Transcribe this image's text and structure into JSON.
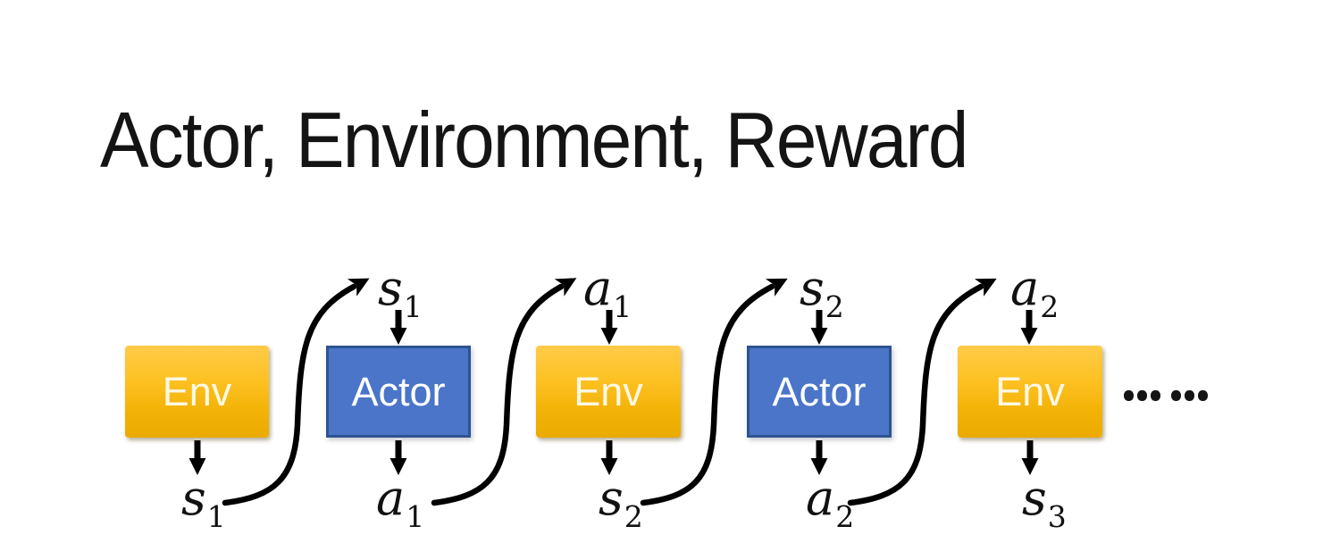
{
  "title": "Actor, Environment, Reward",
  "diagram": {
    "boxes": [
      {
        "label": "Env",
        "type": "env"
      },
      {
        "label": "Actor",
        "type": "actor"
      },
      {
        "label": "Env",
        "type": "env"
      },
      {
        "label": "Actor",
        "type": "actor"
      },
      {
        "label": "Env",
        "type": "env"
      }
    ],
    "top_labels": [
      {
        "base": "s",
        "sub": "1"
      },
      {
        "base": "a",
        "sub": "1"
      },
      {
        "base": "s",
        "sub": "2"
      },
      {
        "base": "a",
        "sub": "2"
      }
    ],
    "bottom_labels": [
      {
        "base": "s",
        "sub": "1"
      },
      {
        "base": "a",
        "sub": "1"
      },
      {
        "base": "s",
        "sub": "2"
      },
      {
        "base": "a",
        "sub": "2"
      },
      {
        "base": "s",
        "sub": "3"
      }
    ],
    "ellipsis": "……",
    "colors": {
      "env_gradient_top": "#FFCB49",
      "env_gradient_bottom": "#EBAA00",
      "env_text": "#FDF8E3",
      "actor_fill": "#4A75C8",
      "actor_border": "#2E548F",
      "actor_text": "#FFFFFF",
      "arrow": "#000000",
      "title_text": "#141414"
    }
  }
}
